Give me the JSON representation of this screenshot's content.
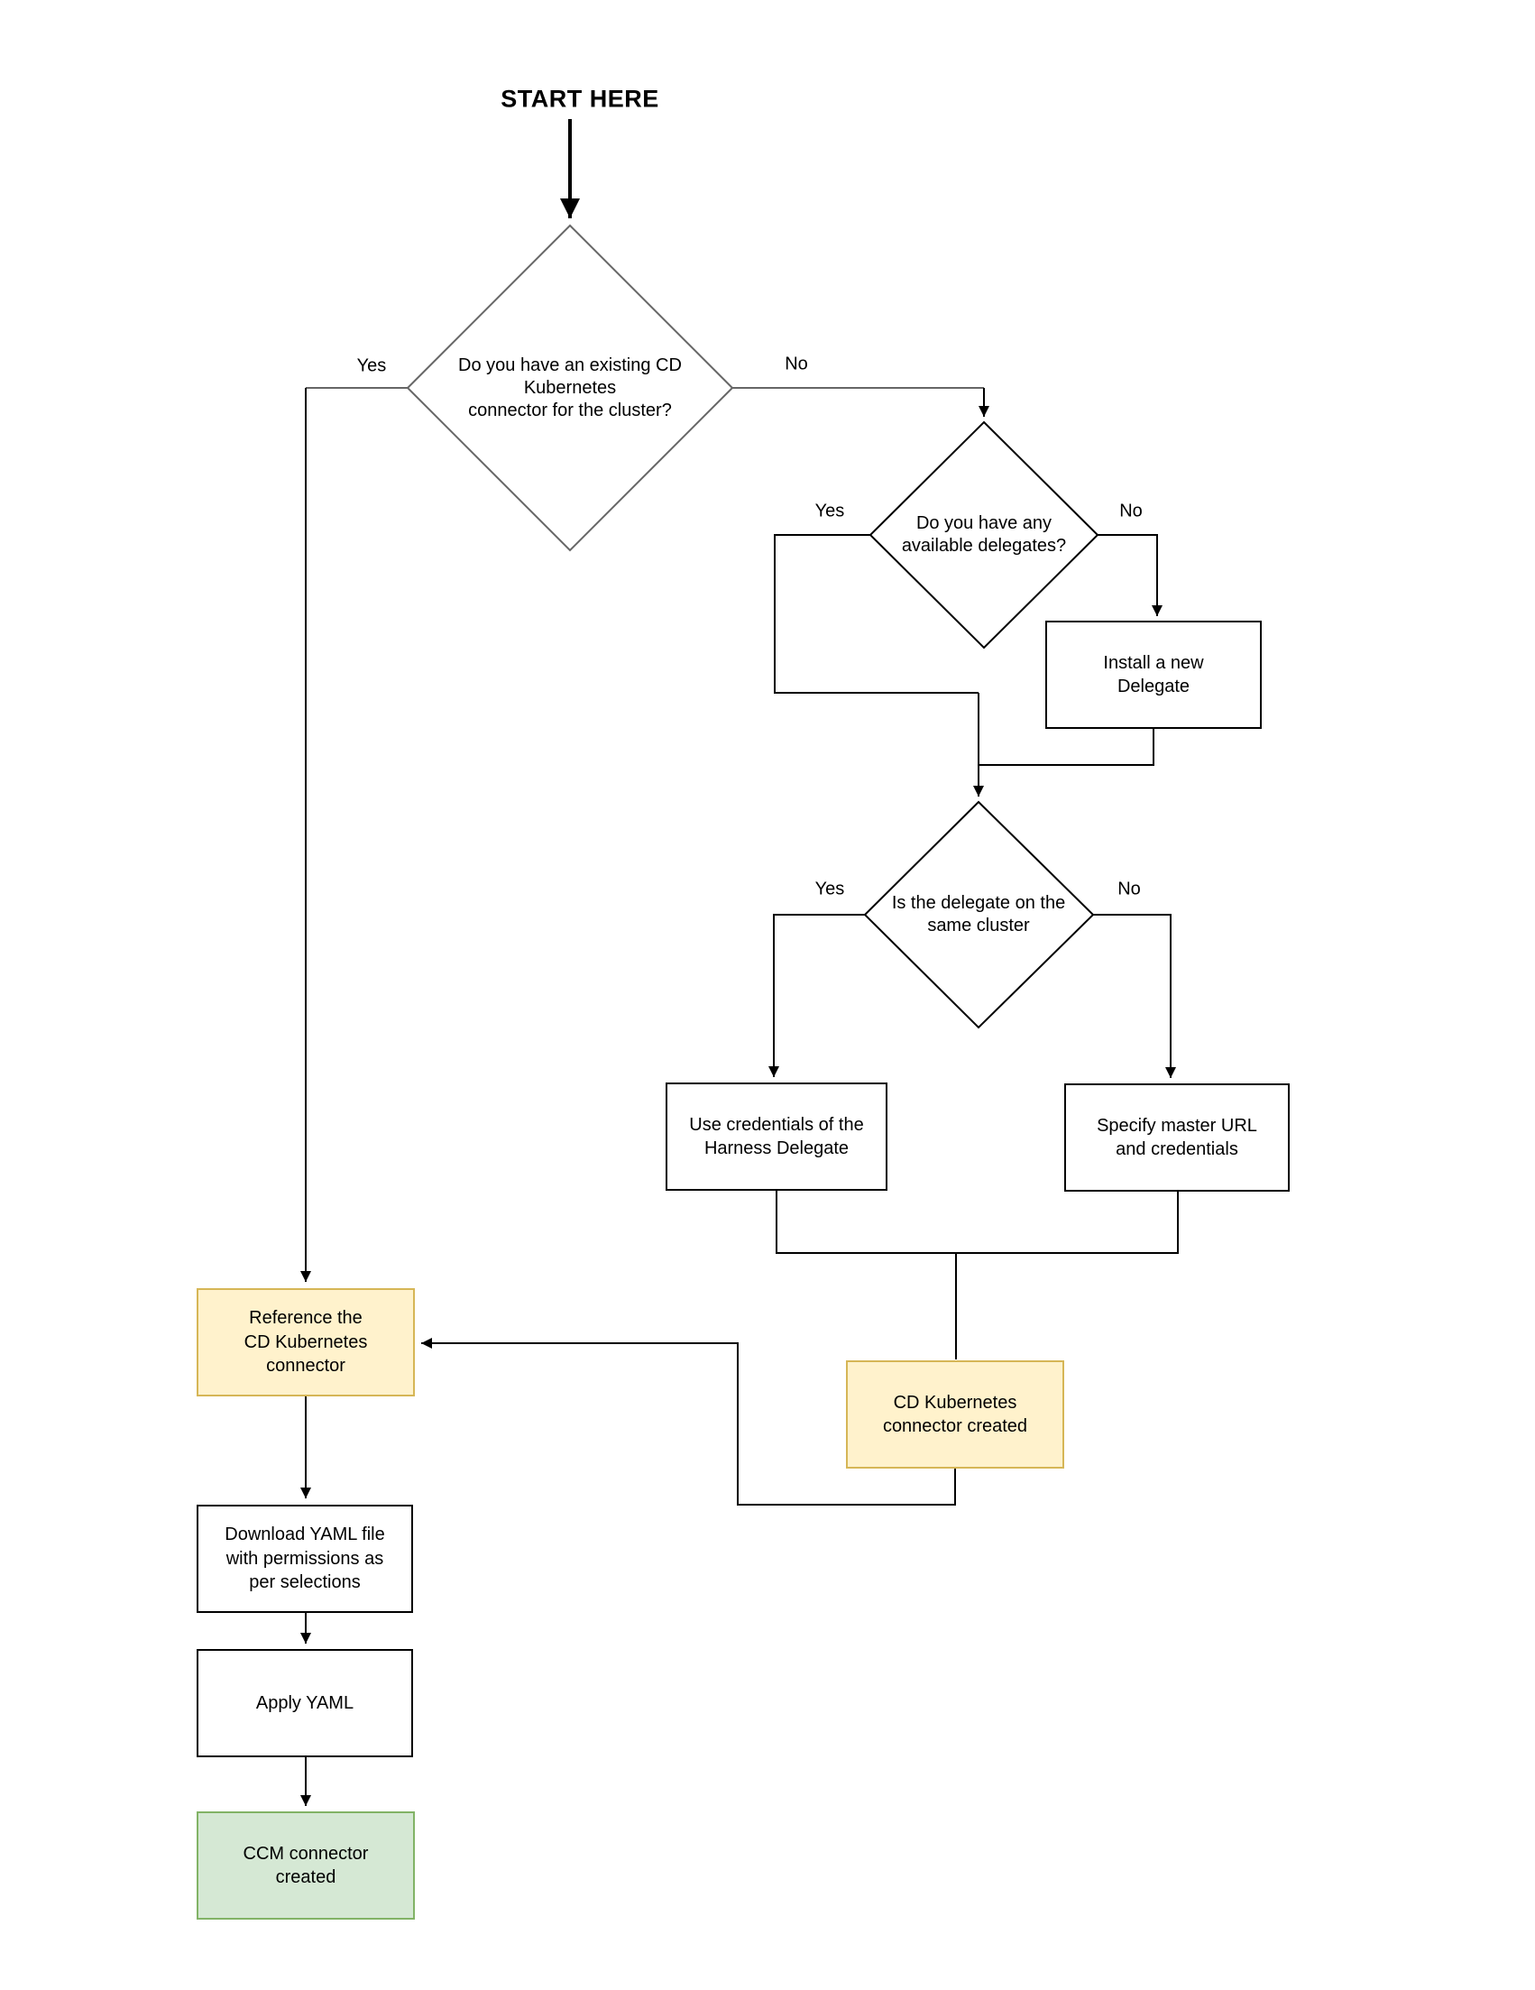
{
  "title": {
    "text": "START HERE"
  },
  "decisions": {
    "existing_connector": {
      "text": "Do you have an existing CD\nKubernetes\nconnector for the cluster?",
      "yes_label": "Yes",
      "no_label": "No"
    },
    "available_delegates": {
      "text": "Do you have any\navailable delegates?",
      "yes_label": "Yes",
      "no_label": "No"
    },
    "delegate_same_cluster": {
      "text": "Is the delegate on the\nsame cluster",
      "yes_label": "Yes",
      "no_label": "No"
    }
  },
  "processes": {
    "install_delegate": {
      "text": "Install a new\nDelegate"
    },
    "use_delegate_credentials": {
      "text": "Use credentials of the\nHarness Delegate"
    },
    "specify_master_url": {
      "text": "Specify master URL\nand credentials"
    },
    "cd_connector_created": {
      "text": "CD Kubernetes\nconnector created"
    },
    "reference_connector": {
      "text": "Reference the\nCD Kubernetes\nconnector"
    },
    "download_yaml": {
      "text": "Download YAML file\nwith permissions as\nper selections"
    },
    "apply_yaml": {
      "text": "Apply YAML"
    },
    "ccm_connector_created": {
      "text": "CCM connector\ncreated"
    }
  },
  "colors": {
    "milestone_fill": "#FFF2CC",
    "milestone_border": "#D6B656",
    "terminal_fill": "#D5E8D4",
    "terminal_border": "#82B366",
    "process_border": "#000000",
    "decision_primary_stroke": "#666666",
    "edge_stroke": "#000000"
  }
}
